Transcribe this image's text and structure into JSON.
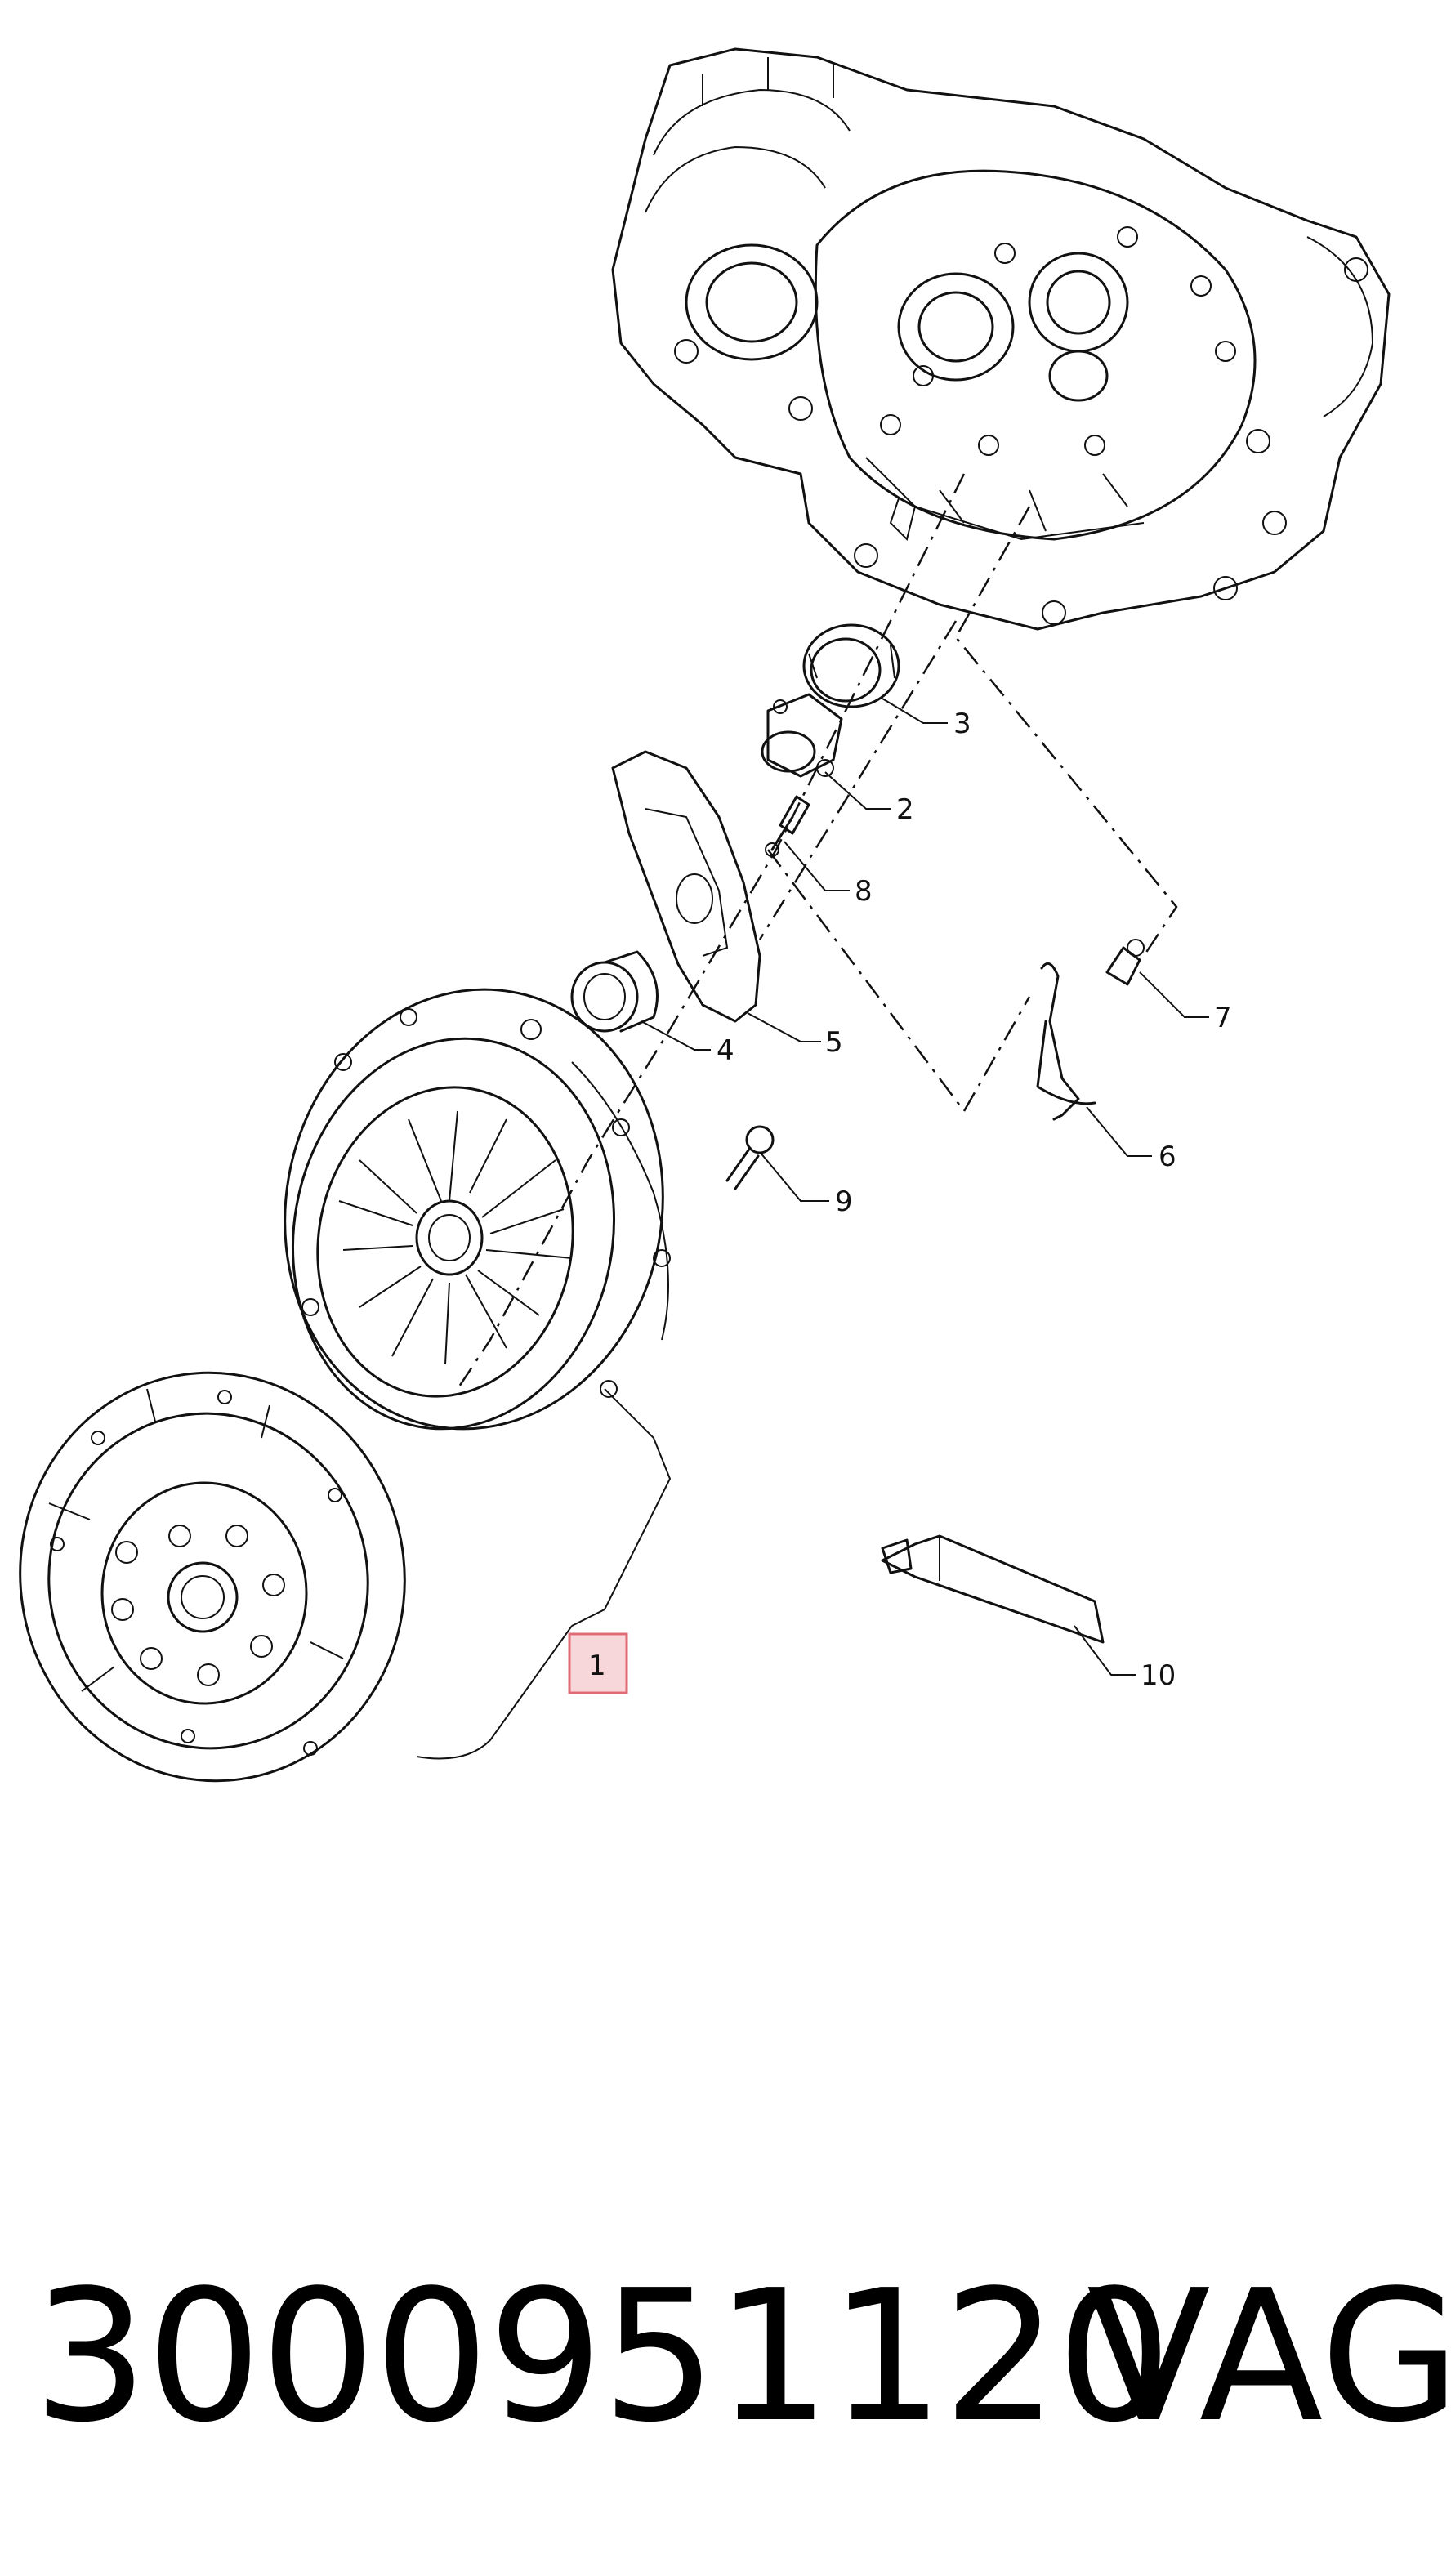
{
  "callouts": {
    "c1": "1",
    "c2": "2",
    "c3": "3",
    "c4": "4",
    "c5": "5",
    "c6": "6",
    "c7": "7",
    "c8": "8",
    "c9": "9",
    "c10": "10"
  },
  "highlighted_callout": "1",
  "highlight_color": "#f8d7da",
  "footer": {
    "part_number": "3000951120",
    "brand": "VAG"
  }
}
